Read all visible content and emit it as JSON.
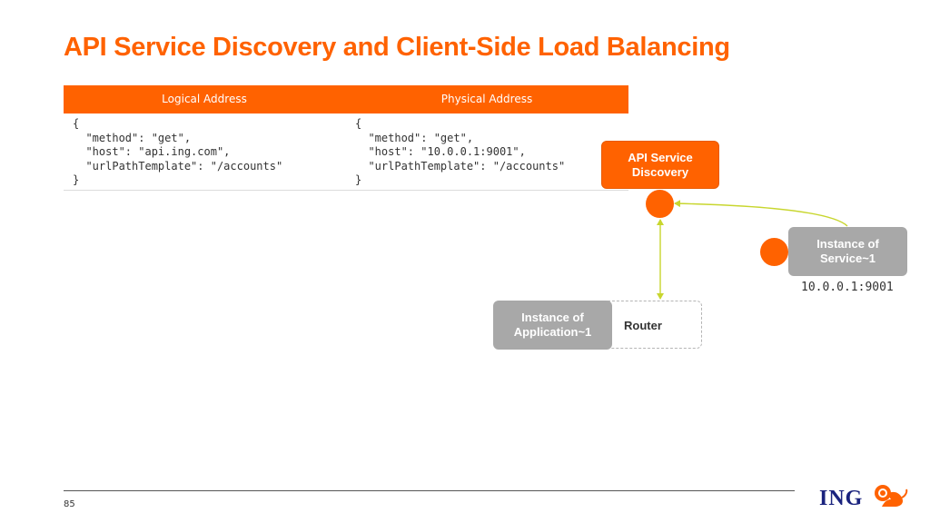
{
  "title": "API Service Discovery and Client-Side Load Balancing",
  "table": {
    "headers": [
      "Logical Address",
      "Physical Address"
    ],
    "logical": "{\n  \"method\": \"get\",\n  \"host\": \"api.ing.com\",\n  \"urlPathTemplate\": \"/accounts\"\n}",
    "physical": "{\n  \"method\": \"get\",\n  \"host\": \"10.0.0.1:9001\",\n  \"urlPathTemplate\": \"/accounts\"\n}"
  },
  "nodes": {
    "service_discovery": "API Service\nDiscovery",
    "service_instance": "Instance of\nService~1",
    "app_instance": "Instance of\nApplication~1",
    "router": "Router",
    "service_ip": "10.0.0.1:9001"
  },
  "colors": {
    "accent": "#ff6200",
    "gray_box": "#a8a8a8",
    "connector": "#c8d62e",
    "logo": "#1a237e"
  },
  "footer": {
    "page_number": "85",
    "logo": "ING"
  }
}
